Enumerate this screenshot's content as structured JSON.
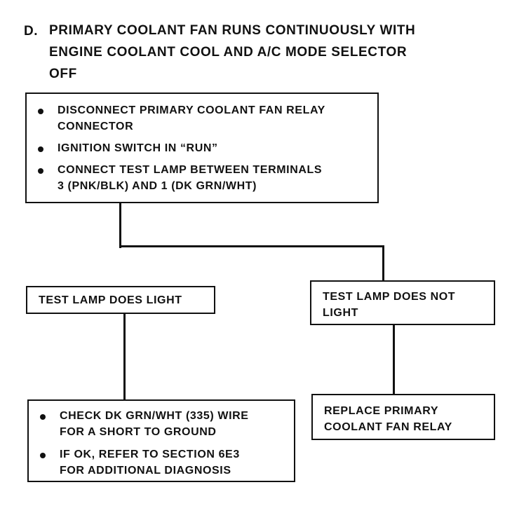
{
  "title": {
    "letter": "D.",
    "lines": [
      "PRIMARY COOLANT FAN RUNS CONTINUOUSLY WITH",
      "ENGINE COOLANT COOL AND A/C MODE SELECTOR",
      "OFF"
    ]
  },
  "start_box": {
    "items": [
      [
        "DISCONNECT PRIMARY COOLANT FAN RELAY",
        "CONNECTOR"
      ],
      [
        "IGNITION SWITCH IN “RUN”"
      ],
      [
        "CONNECT TEST LAMP BETWEEN TERMINALS",
        "3 (PNK/BLK) AND 1 (DK GRN/WHT)"
      ]
    ]
  },
  "left_result": {
    "text": "TEST LAMP DOES LIGHT"
  },
  "right_result": {
    "lines": [
      "TEST LAMP DOES NOT",
      "LIGHT"
    ]
  },
  "left_action": {
    "items": [
      [
        "CHECK DK GRN/WHT (335) WIRE",
        "FOR A SHORT TO GROUND"
      ],
      [
        "IF OK, REFER TO SECTION 6E3",
        "FOR ADDITIONAL DIAGNOSIS"
      ]
    ]
  },
  "right_action": {
    "lines": [
      "REPLACE PRIMARY",
      "COOLANT FAN RELAY"
    ]
  }
}
